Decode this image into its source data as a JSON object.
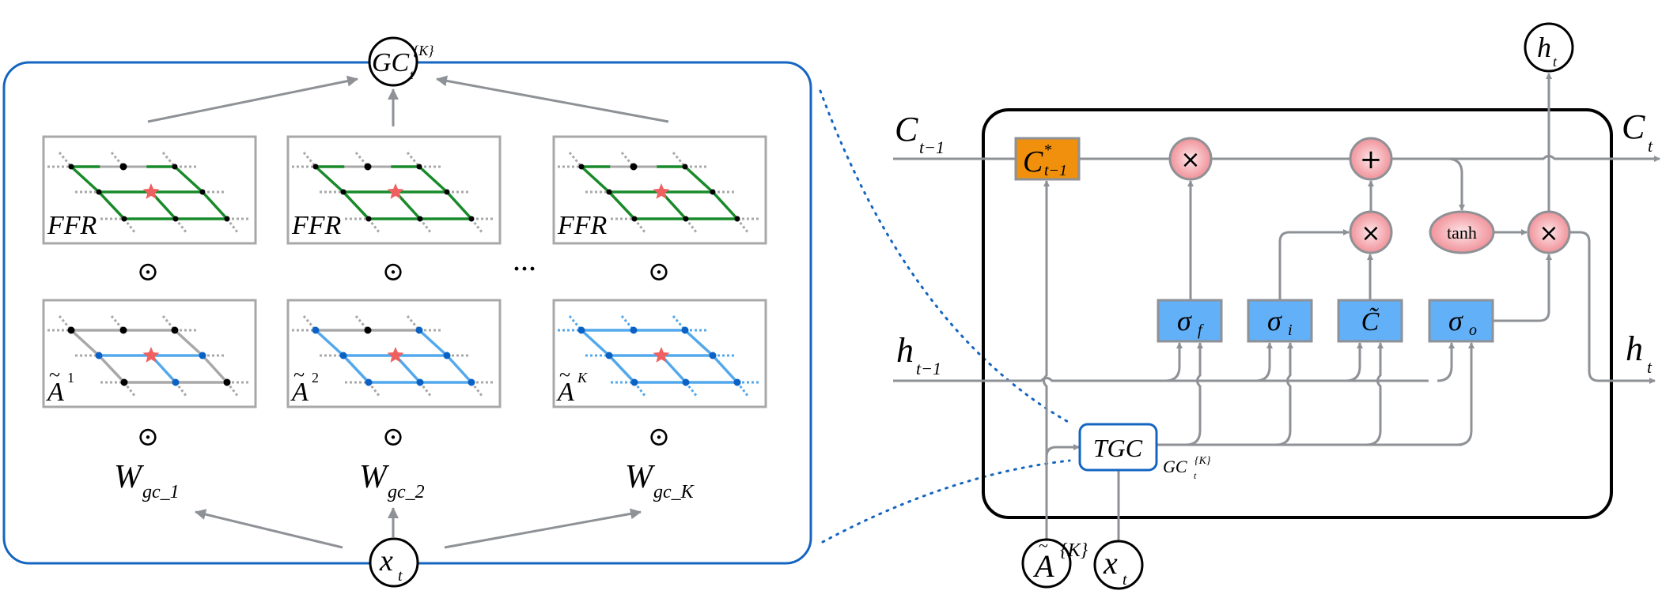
{
  "colors": {
    "panel_border": "#1565c0",
    "lstm_border": "#000000",
    "arrow": "#8e9196",
    "grid_box": "#a8a8a8",
    "ffr_edge": "#188a2a",
    "adj_edge": "#52a8ec",
    "adj_node": "#0b62c4",
    "inactive_edge": "#a8a8a8",
    "node": "#000000",
    "star": "#ef6060",
    "gate_fill": "#62b0f8",
    "gate_border": "#8e9196",
    "cell_fill": "#f0900c",
    "op_fill": "#f49aa0",
    "connector_dots": "#1565c0"
  },
  "left_panel": {
    "output_node": {
      "base": "GC",
      "sub": "t",
      "sup": "{K}"
    },
    "input_node": {
      "base": "x",
      "sub": "t"
    },
    "ffr_label": "FFR",
    "hadamard_symbol": "⊙",
    "ellipsis": "···",
    "columns": [
      {
        "adj_base": "A",
        "adj_tilde": "~",
        "adj_sup": "1",
        "weight_base": "W",
        "weight_sub": "gc_1",
        "adj_state": "hop1"
      },
      {
        "adj_base": "A",
        "adj_tilde": "~",
        "adj_sup": "2",
        "weight_base": "W",
        "weight_sub": "gc_2",
        "adj_state": "hop2"
      },
      {
        "adj_base": "A",
        "adj_tilde": "~",
        "adj_sup": "K",
        "weight_base": "W",
        "weight_sub": "gc_K",
        "adj_state": "hopK"
      }
    ]
  },
  "lstm_cell": {
    "c_prev": {
      "base": "C",
      "sub": "t−1"
    },
    "c_next": {
      "base": "C",
      "sub": "t"
    },
    "h_prev": {
      "base": "h",
      "sub": "t−1"
    },
    "h_next": {
      "base": "h",
      "sub": "t"
    },
    "h_out_node": {
      "base": "h",
      "sub": "t"
    },
    "c_star": {
      "base": "C",
      "sup": "*",
      "sub": "t−1"
    },
    "ops": {
      "multiply": "×",
      "add": "+",
      "tanh": "tanh"
    },
    "gates": [
      {
        "id": "forget",
        "base": "σ",
        "sub": "f"
      },
      {
        "id": "input",
        "base": "σ",
        "sub": "i"
      },
      {
        "id": "candidate",
        "base": "C̃",
        "sub": ""
      },
      {
        "id": "output",
        "base": "σ",
        "sub": "o"
      }
    ],
    "tgc": {
      "label": "TGC",
      "out_base": "GC",
      "out_sub": "t",
      "out_sup": "{K}"
    },
    "inputs": [
      {
        "base": "A",
        "tilde": "~",
        "sup": "{K}"
      },
      {
        "base": "x",
        "sub": "t"
      }
    ]
  }
}
